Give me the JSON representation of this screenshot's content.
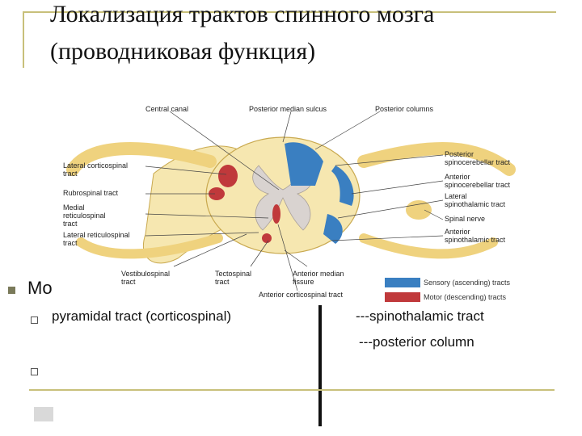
{
  "title": {
    "line1": "Локализация трактов спинного мозга",
    "line2": "(проводниковая функция)"
  },
  "figure": {
    "labels": {
      "central_canal": "Central canal",
      "posterior_median_sulcus": "Posterior median sulcus",
      "posterior_columns": "Posterior columns",
      "lateral_corticospinal_1": "Lateral corticospinal",
      "lateral_corticospinal_2": "tract",
      "rubrospinal": "Rubrospinal tract",
      "medial_reticulospinal_1": "Medial",
      "medial_reticulospinal_2": "reticulospinal",
      "medial_reticulospinal_3": "tract",
      "lateral_reticulospinal_1": "Lateral reticulospinal",
      "lateral_reticulospinal_2": "tract",
      "vestibulospinal_1": "Vestibulospinal",
      "vestibulospinal_2": "tract",
      "tectospinal_1": "Tectospinal",
      "tectospinal_2": "tract",
      "anterior_median_fissure_1": "Anterior median",
      "anterior_median_fissure_2": "fissure",
      "anterior_corticospinal": "Anterior corticospinal tract",
      "posterior_spinocerebellar_1": "Posterior",
      "posterior_spinocerebellar_2": "spinocerebellar tract",
      "anterior_spinocerebellar_1": "Anterior",
      "anterior_spinocerebellar_2": "spinocerebellar tract",
      "lateral_spinothalamic_1": "Lateral",
      "lateral_spinothalamic_2": "spinothalamic tract",
      "spinal_nerve": "Spinal nerve",
      "anterior_spinothalamic_1": "Anterior",
      "anterior_spinothalamic_2": "spinothalamic tract"
    },
    "legend": {
      "sensory": "Sensory (ascending) tracts",
      "motor": "Motor (descending) tracts"
    },
    "colors": {
      "sensory": "#3a7fc1",
      "motor": "#c0393b",
      "white_matter": "#f6e7b0",
      "nerve": "#f2d98a",
      "grey_matter": "#d9d3d0"
    }
  },
  "content": {
    "bullet_text": "Mo",
    "item1": "pyramidal tract (corticospinal)",
    "item2": "---spinothalamic tract",
    "item3": "---posterior column"
  }
}
